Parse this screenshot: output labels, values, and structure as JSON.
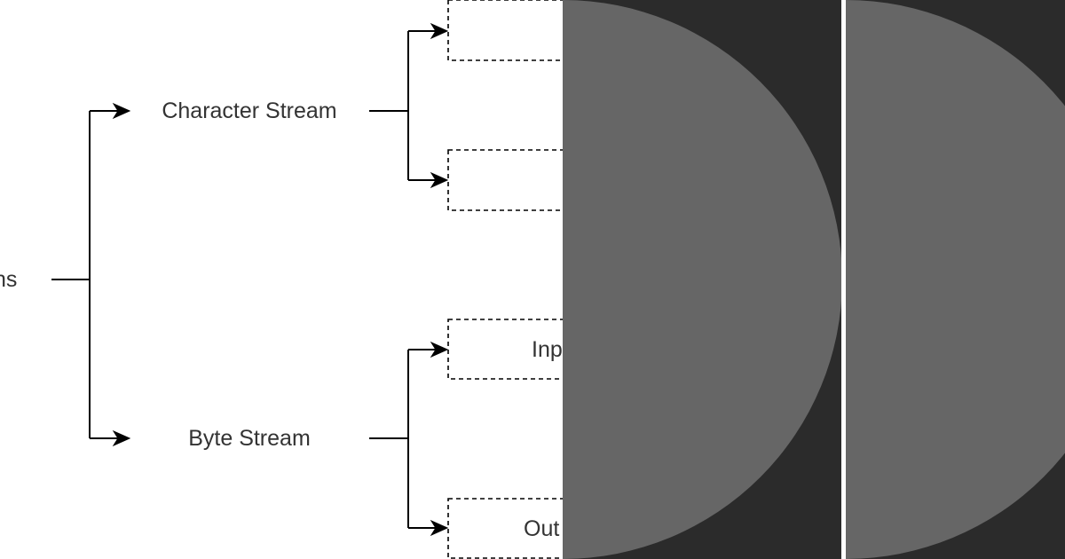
{
  "diagram": {
    "root_label_fragment": "ns",
    "branches": [
      {
        "label": "Character Stream"
      },
      {
        "label": "Byte Stream"
      }
    ],
    "leaf_boxes": [
      {
        "label": ""
      },
      {
        "label": ""
      },
      {
        "label": "Inp"
      },
      {
        "label": "Out"
      }
    ]
  },
  "overlay": {
    "panel_color": "#2b2b2b",
    "circle_color": "#666666",
    "divider_color": "#ffffff"
  }
}
